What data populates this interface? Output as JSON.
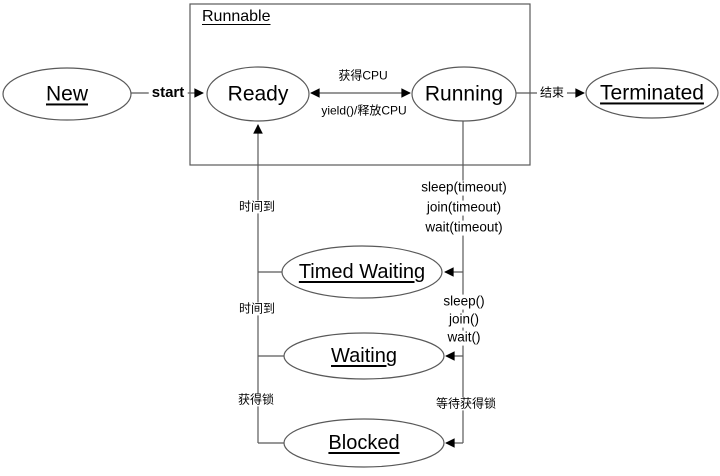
{
  "colors": {
    "line": "#595959",
    "arrow": "#000000",
    "text": "#000000",
    "background": "#ffffff"
  },
  "diagram": {
    "group": {
      "label": "Runnable"
    },
    "nodes": {
      "new": "New",
      "ready": "Ready",
      "running": "Running",
      "terminated": "Terminated",
      "timed_waiting": "Timed Waiting",
      "waiting": "Waiting",
      "blocked": "Blocked"
    },
    "edges": {
      "start": "start",
      "acquire_cpu": "获得CPU",
      "yield_release_cpu": "yield()/释放CPU",
      "finish": "结束",
      "time_up_timed": "时间到",
      "time_up_waiting": "时间到",
      "acquire_lock": "获得锁",
      "sleep_timeout": "sleep(timeout)",
      "join_timeout": "join(timeout)",
      "wait_timeout": "wait(timeout)",
      "sleep": "sleep()",
      "join": "join()",
      "wait": "wait()",
      "wait_acquire_lock": "等待获得锁"
    }
  }
}
